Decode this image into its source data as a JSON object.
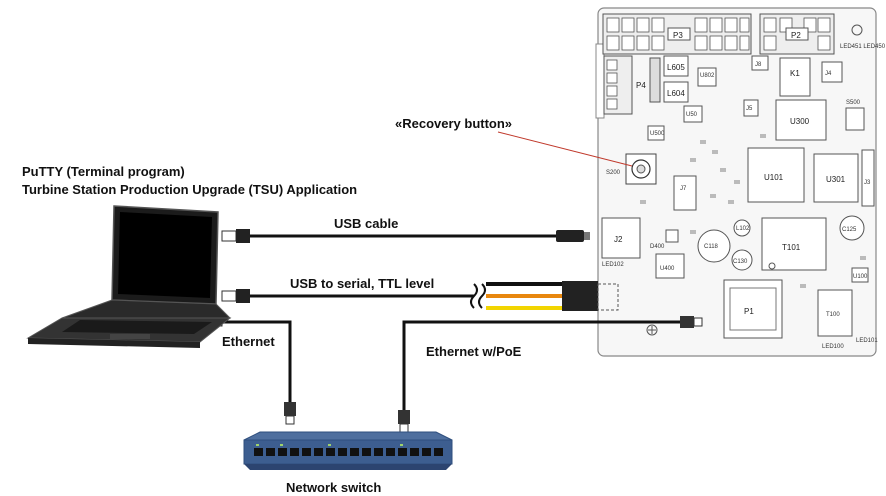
{
  "labels": {
    "recovery_button": "«Recovery button»",
    "app_line1": "PuTTY (Terminal program)",
    "app_line2": "Turbine Station Production Upgrade (TSU) Application",
    "usb_cable": "USB cable",
    "usb_serial": "USB to serial, TTL level",
    "ethernet": "Ethernet",
    "ethernet_poe": "Ethernet w/PoE",
    "network_switch": "Network switch"
  },
  "pcb": {
    "connectors": [
      "P3",
      "P2",
      "P4",
      "J8",
      "K1",
      "J4",
      "J5",
      "J3",
      "J2",
      "J7",
      "P1"
    ],
    "chips": [
      "U300",
      "U101",
      "U301",
      "U400",
      "U500",
      "U50",
      "U802",
      "U100"
    ],
    "components": [
      "L605",
      "L604",
      "L102",
      "T101",
      "T100",
      "C118",
      "C125",
      "C130",
      "S200",
      "S500",
      "D400",
      "LED451",
      "LED450",
      "LED102",
      "LED100",
      "LED101"
    ],
    "colors": {
      "board_fill": "#f7f7f7",
      "board_stroke": "#888888",
      "wire_black": "#111111",
      "wire_orange": "#e8870e",
      "wire_yellow": "#f2d500",
      "leader_line": "#c0392b"
    }
  }
}
